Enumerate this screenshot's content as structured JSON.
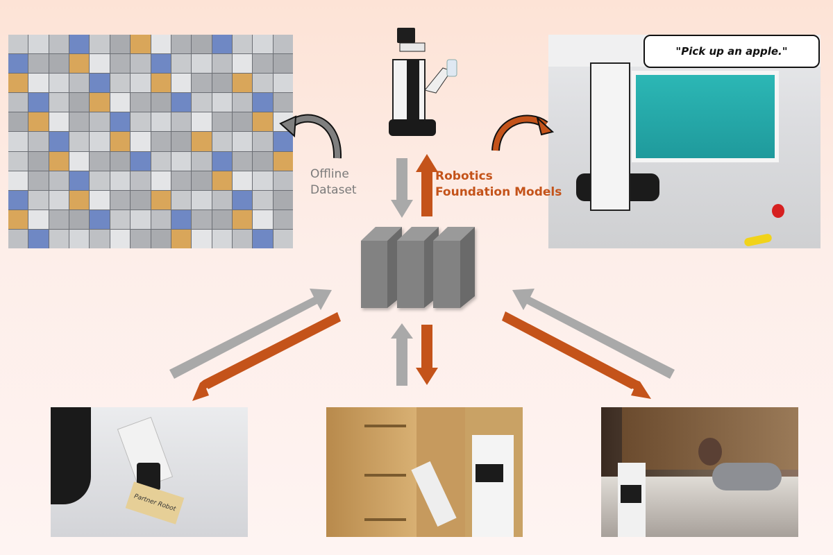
{
  "diagram": {
    "title": "Robotics Foundation Models overview",
    "labels": {
      "offline_dataset_line1": "Offline",
      "offline_dataset_line2": "Dataset",
      "foundation_models_line1": "Robotics",
      "foundation_models_line2": "Foundation Models"
    },
    "speech_bubble": "\"Pick up an apple.\"",
    "card_text": "Partner Robot",
    "colors": {
      "orange_arrow": "#c4531a",
      "gray_arrow": "#a9a9a9",
      "offline_label": "#7a7a7a",
      "model_label": "#c4531a",
      "model_block": "#7d7d7d"
    },
    "nodes": [
      {
        "id": "offline-dataset",
        "description": "grid of robot camera images"
      },
      {
        "id": "robot-hsr",
        "description": "Toyota HSR robot holding a bottle"
      },
      {
        "id": "foundation-model",
        "description": "three gray blocks"
      },
      {
        "id": "demo-pick-apple",
        "description": "robot picking up an apple"
      },
      {
        "id": "card-handover",
        "description": "robot gripper holding a card"
      },
      {
        "id": "shelf-task",
        "description": "robot reaching into a shelf"
      },
      {
        "id": "bedside-assist",
        "description": "robot handing a bottle to person in bed"
      }
    ]
  }
}
